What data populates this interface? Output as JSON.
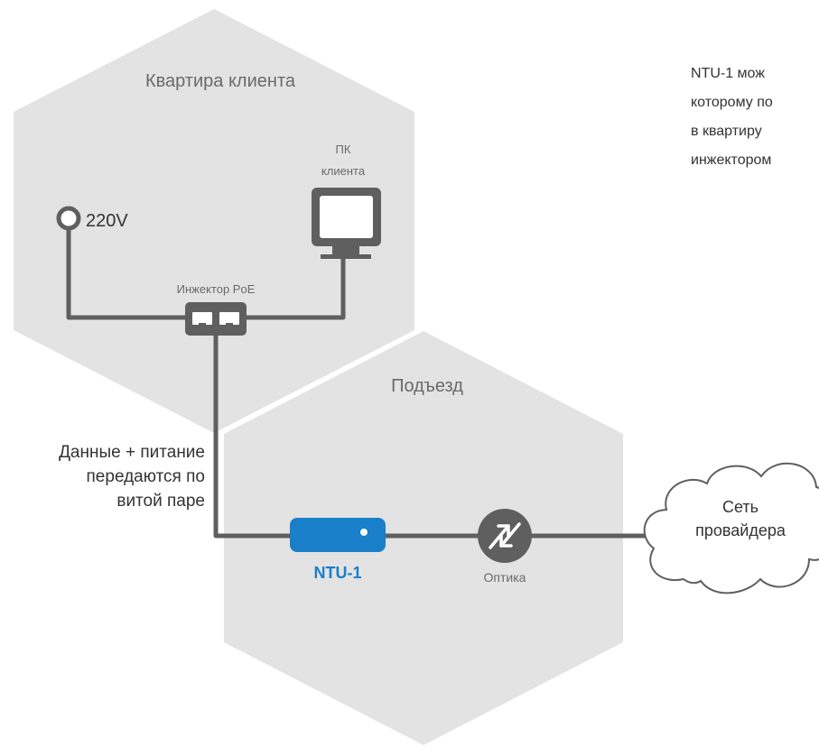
{
  "zones": {
    "apartment_label": "Квартира клиента",
    "entrance_label": "Подъезд"
  },
  "devices": {
    "power_label": "220V",
    "pc_label_line1": "ПК",
    "pc_label_line2": "клиента",
    "injector_label": "Инжектор PoE",
    "ntu_label": "NTU-1",
    "optics_label": "Оптика",
    "provider_line1": "Сеть",
    "provider_line2": "провайдера"
  },
  "cable_note": {
    "line1": "Данные + питание",
    "line2": "передаются по",
    "line3": "витой паре"
  },
  "description": {
    "line1": "NTU-1  мож",
    "line2": "которому по",
    "line3": "в  квартиру",
    "line4": "инжектором"
  },
  "colors": {
    "zone_fill": "#e3e3e3",
    "line": "#5f5f5f",
    "ntu_blue": "#1a7fc9",
    "label_gray": "#6a6a6a"
  }
}
